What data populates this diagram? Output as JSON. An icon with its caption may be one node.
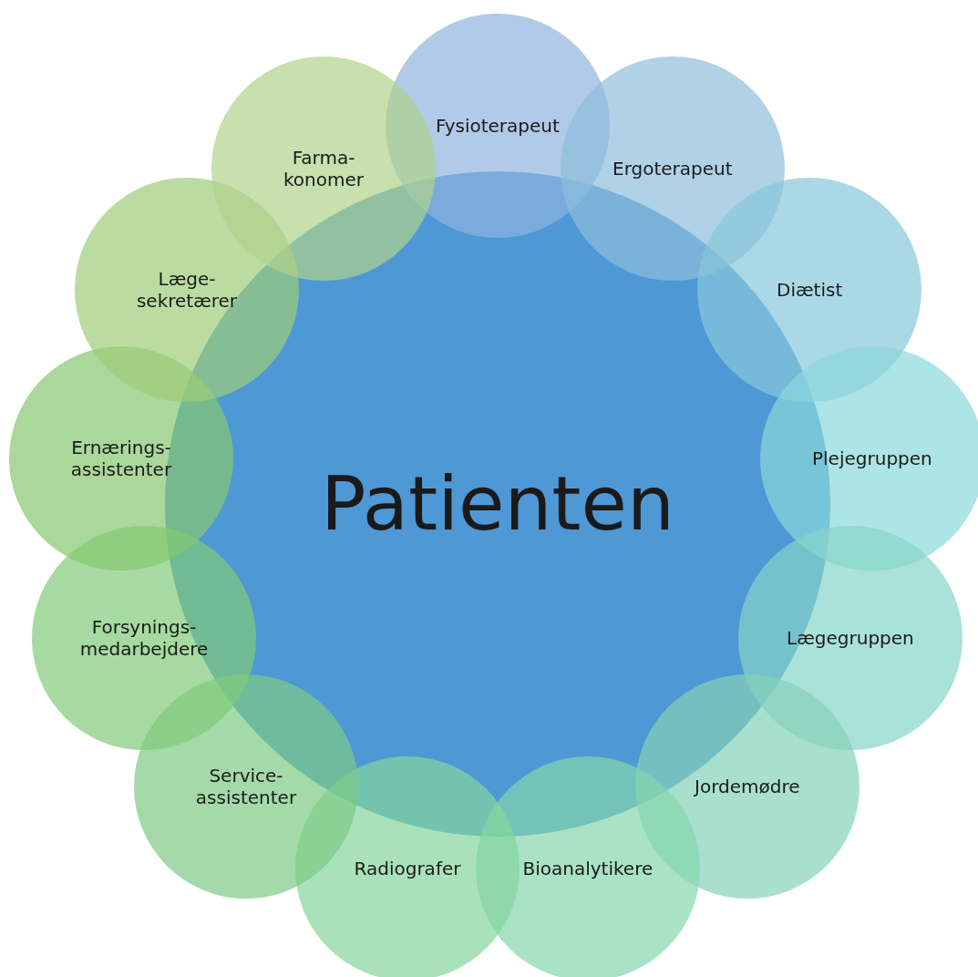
{
  "diagram": {
    "nodes": [
      {
        "text": [
          "Patienten"
        ]
      },
      {
        "text": [
          "Fysioterapeut"
        ]
      },
      {
        "text": [
          "Ergoterapeut"
        ]
      },
      {
        "text": [
          "Diætist"
        ]
      },
      {
        "text": [
          "Plejegruppen"
        ]
      },
      {
        "text": [
          "Lægegruppen"
        ]
      },
      {
        "text": [
          "Jordemødre"
        ]
      },
      {
        "text": [
          "Bioanalytikere"
        ]
      },
      {
        "text": [
          "Radiografer"
        ]
      },
      {
        "text": [
          "Service- assistenter"
        ]
      },
      {
        "text": [
          "Forsynings- medarbejdere"
        ]
      },
      {
        "text": [
          "Ernærings- assistenter"
        ]
      },
      {
        "text": [
          "Læge- sekretærer"
        ]
      },
      {
        "text": [
          "Farma- konomer"
        ]
      }
    ]
  }
}
